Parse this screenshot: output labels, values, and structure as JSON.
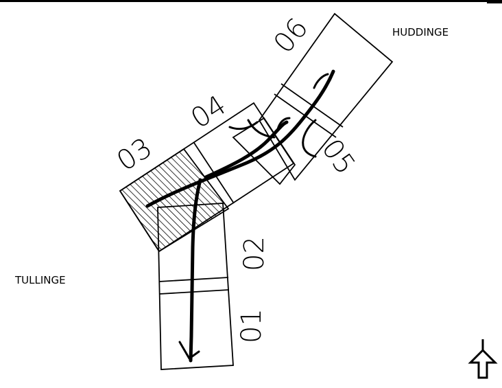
{
  "places": {
    "north_east": "HUDDINGE",
    "west": "TULLINGE"
  },
  "sections": [
    "01",
    "02",
    "03",
    "04",
    "05",
    "06"
  ],
  "north_arrow": {
    "icon": "north-arrow-icon"
  }
}
